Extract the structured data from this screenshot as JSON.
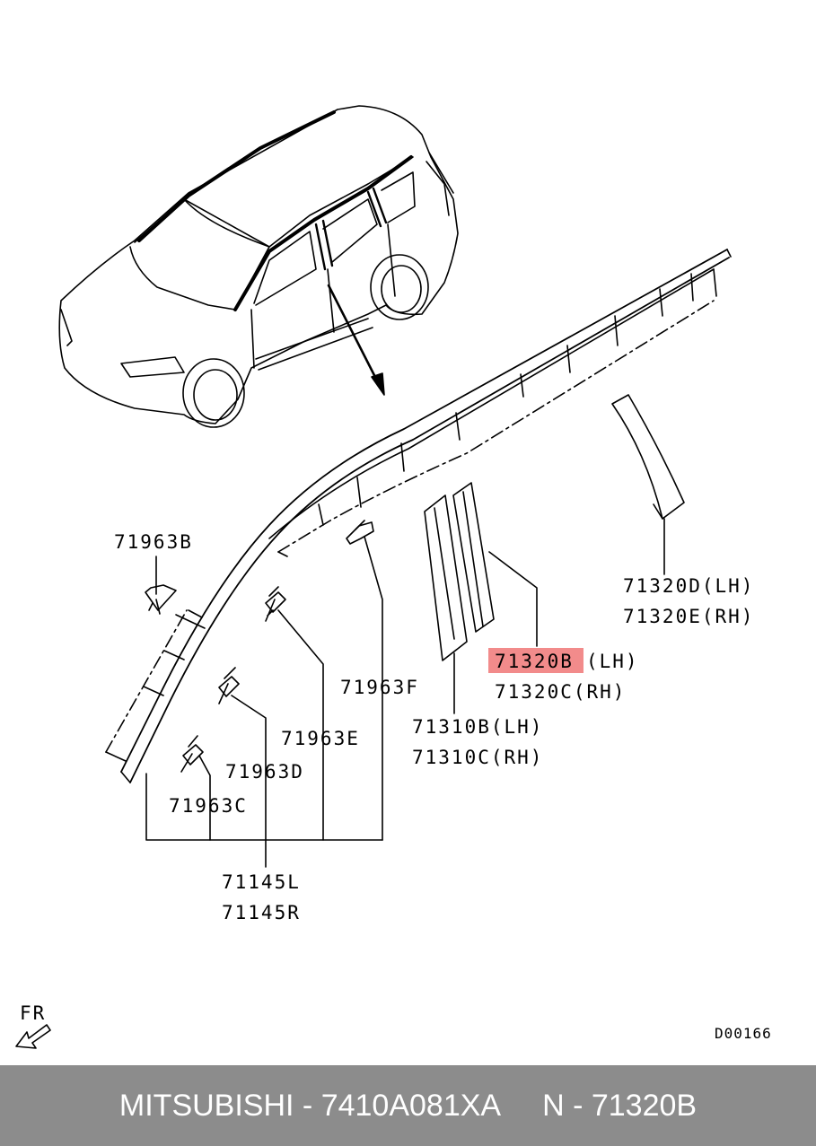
{
  "labels": {
    "l71963B": "71963B",
    "l71963F": "71963F",
    "l71963E": "71963E",
    "l71963D": "71963D",
    "l71963C": "71963C",
    "l71145L": "71145L",
    "l71145R": "71145R",
    "l71310B": "71310B(LH)",
    "l71310C": "71310C(RH)",
    "l71320B": "71320B",
    "l71320B_side": "(LH)",
    "l71320C": "71320C(RH)",
    "l71320D": "71320D(LH)",
    "l71320E": "71320E(RH)",
    "fr": "FR",
    "code": "D00166"
  },
  "highlight_color": "#f28b8b",
  "footer": {
    "left": "MITSUBISHI - 7410A081XA",
    "right": "N - 71320B"
  }
}
